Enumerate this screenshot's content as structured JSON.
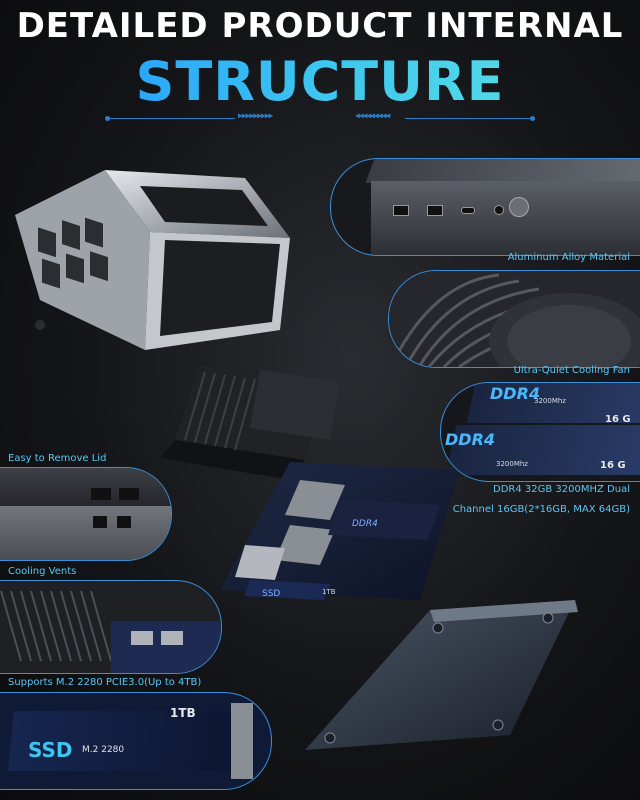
{
  "header": {
    "title_line1": "DETAILED PRODUCT INTERNAL",
    "title_line2": "STRUCTURE"
  },
  "features": {
    "aluminum": "Aluminum Alloy Material",
    "fan": "Ultra-Quiet Cooling Fan",
    "lid": "Easy to Remove Lid",
    "ram_line1": "DDR4 32GB 3200MHZ Dual",
    "ram_line2": "Channel 16GB(2*16GB, MAX 64GB)",
    "vents": "Cooling Vents",
    "ssd_support": "Supports M.2 2280 PCIE3.0(Up to 4TB)"
  },
  "module_labels": {
    "ddr4_a": "DDR4",
    "ddr4_a_speed": "3200Mhz",
    "ddr4_a_size": "16 G",
    "ddr4_b": "DDR4",
    "ddr4_b_speed": "3200Mhz",
    "ddr4_b_size": "16 G",
    "board_ddr4": "DDR4",
    "board_ssd": "SSD",
    "board_1tb": "1TB",
    "ssd_brand": "SSD",
    "ssd_size": "M.2 2280",
    "ssd_capacity": "1TB"
  },
  "colors": {
    "accent": "#3cc6f0",
    "label": "#5cc6f4",
    "border": "#3b8fd8"
  }
}
